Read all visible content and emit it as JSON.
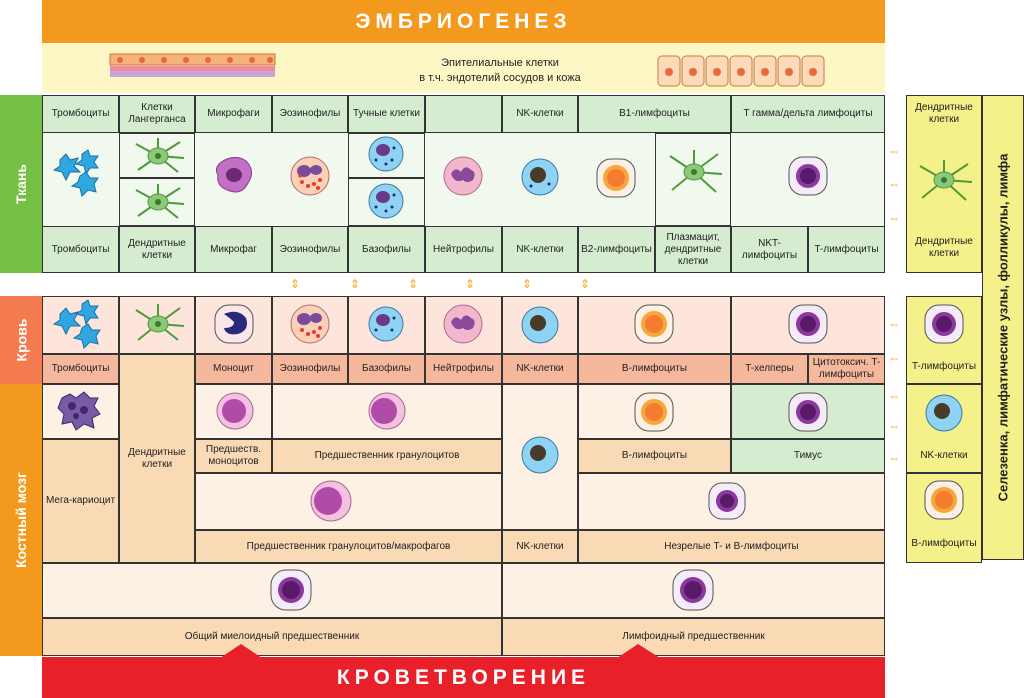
{
  "banners": {
    "top": "ЭМБРИОГЕНЕЗ",
    "bottom": "КРОВЕТВОРЕНИЕ"
  },
  "epithelium": {
    "line1": "Эпителиальные клетки",
    "line2": "в т.ч. эндотелий сосудов и кожа"
  },
  "side_labels": {
    "tissue": "Ткань",
    "blood": "Кровь",
    "marrow": "Костный мозг",
    "organs": "Селезенка, лимфатические узлы, фолликулы, лимфа"
  },
  "tissue": {
    "top": [
      "Тромбоциты",
      "Клетки Лангерганса",
      "Микрофаги",
      "Эозинофилы",
      "Тучные клетки",
      "",
      "NK-клетки",
      "B1-лимфоциты",
      "T гамма/дельта лимфоциты"
    ],
    "bottom": [
      "Тромбоциты",
      "Дендритные клетки",
      "Микрофаг",
      "Эозинофилы",
      "Базофилы",
      "Нейтрофилы",
      "NK-клетки",
      "B2-лимфоциты",
      "Плазмацит, дендритные клетки",
      "NKT-лимфоциты",
      "T-лимфоциты"
    ]
  },
  "blood": {
    "labels": [
      "Тромбоциты",
      "Моноцит",
      "Эозинофилы",
      "Базофилы",
      "Нейтрофилы",
      "NK-клетки",
      "B-лимфоциты",
      "T-хелперы",
      "Цитотоксич. T-лимфоциты"
    ]
  },
  "marrow": {
    "mega": "Мега-кариоцит",
    "dendritic": "Дендритные клетки",
    "mono_precursor": "Предшеств. моноцитов",
    "gran_precursor": "Предшественник гранулоцитов",
    "b_lymph": "B-лимфоциты",
    "thymus": "Тимус",
    "gm_precursor": "Предшественник гранулоцитов/макрофагов",
    "nk": "NK-клетки",
    "immature": "Незрелые T- и B-лимфоциты",
    "myeloid": "Общий миелоидный предшественник",
    "lymphoid": "Лимфоидный предшественник"
  },
  "organs": {
    "dendritic": "Дендритные клетки",
    "dendritic_bottom": "Дендритные клетки",
    "t_lymph": "T-лимфоциты",
    "nk": "NK-клетки",
    "b_lymph": "B-лимфоциты"
  },
  "colors": {
    "orange": "#f39a1e",
    "red": "#e8202a",
    "green": "#74c043",
    "yellow": "#fdf6c5",
    "lime": "#f4f08a"
  }
}
